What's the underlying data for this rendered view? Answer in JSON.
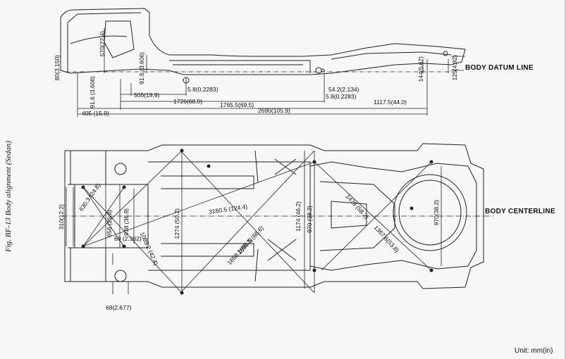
{
  "figure": {
    "caption": "Fig. BF-13  Body alignment (Sedan)",
    "unit": "Unit:  mm(in)"
  },
  "side_view": {
    "datum_label": "BODY DATUM LINE",
    "dims": [
      "80(3.150)",
      "570(22.4)",
      "91.6 (3.606)",
      "91.6 (3.606)",
      "5.8(0.2283)",
      "505(19.9)",
      "1726(68.0)",
      "405 (15.9)",
      "1765.5(69.5)",
      "2690(105.9)",
      "54.2(2.134)",
      "5.8(0.2283)",
      "1117.5(44.0)",
      "144(5.67)",
      "125(4.92)"
    ]
  },
  "plan_view": {
    "centerline_label": "BODY CENTERLINE",
    "dims": [
      "310(12.2)",
      "630.3 (24.8)",
      "656 (25.8)",
      "938 (38.9)",
      "60 (2.362)",
      "1089.2 (42.4)",
      "1274 (50.2)",
      "3160.5 (124.4)",
      "1690.5 (66.6)",
      "1658.2(65.3)",
      "1174 (46.2)",
      "970 (38.2)",
      "1479 (58.2)",
      "1367.6(53.8)",
      "970(38.2)",
      "68(2.677)"
    ]
  }
}
